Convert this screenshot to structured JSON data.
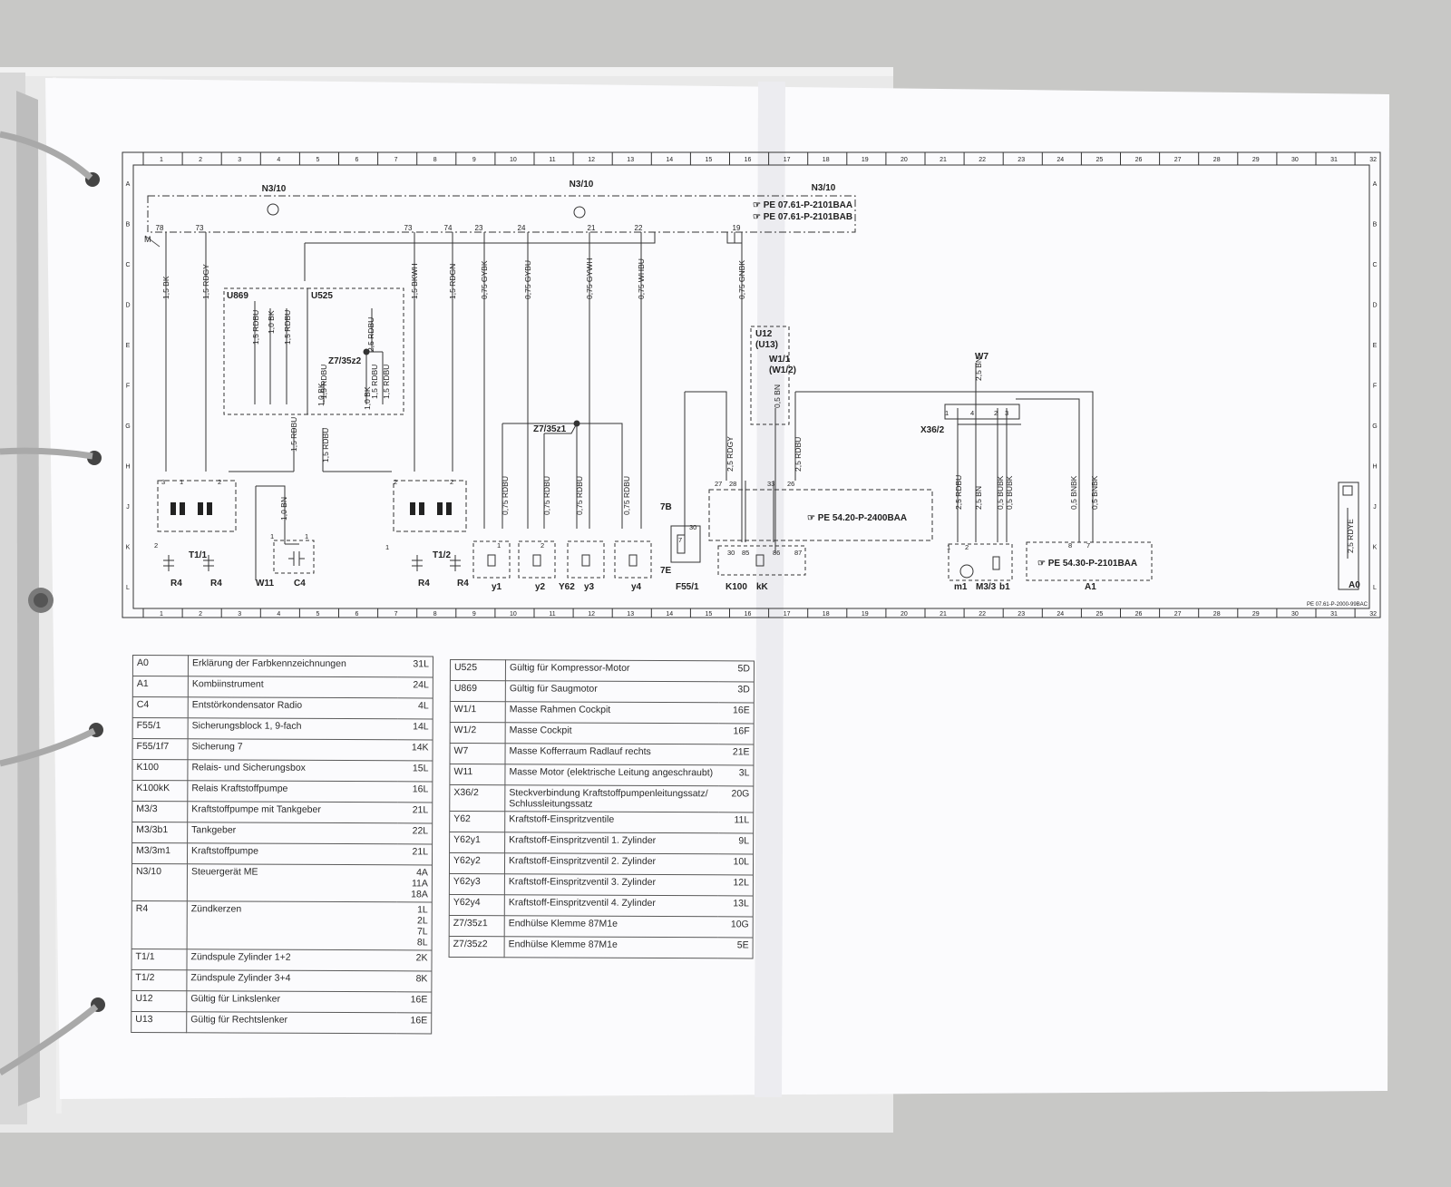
{
  "diagram": {
    "grid_top": [
      "1",
      "2",
      "3",
      "4",
      "5",
      "6",
      "7",
      "8",
      "9",
      "10",
      "11",
      "12",
      "13",
      "14",
      "15",
      "16",
      "17",
      "18",
      "19",
      "20",
      "21",
      "22",
      "23",
      "24",
      "25",
      "26",
      "27",
      "28",
      "29",
      "30",
      "31",
      "32"
    ],
    "grid_rows": [
      "A",
      "B",
      "C",
      "D",
      "E",
      "F",
      "G",
      "H",
      "J",
      "K",
      "L"
    ],
    "ecu_labels": [
      "N3/10",
      "N3/10",
      "N3/10"
    ],
    "refs_top": [
      "PE 07.61-P-2101BAA",
      "PE 07.61-P-2101BAB"
    ],
    "ref_mid": "PE 54.20-P-2400BAA",
    "ref_a1": "PE 54.30-P-2101BAA",
    "pins_top": [
      "78",
      "73",
      "73",
      "74",
      "23",
      "24",
      "21",
      "22",
      "19"
    ],
    "ground_label_m": "M",
    "wires_vertical": [
      "1,5 BK",
      "1,5 RDGY",
      "1,5 BKWH",
      "1,5 RDGN",
      "0,75 GYBK",
      "0,75 GYBU",
      "0,75 GYWH",
      "0,75 WHBU",
      "0,75 GNBK",
      "2,5 RDGY",
      "2,5 RDBU",
      "0,5 BN",
      "2,5 BN",
      "2,5 RDBU",
      "2,5 BN",
      "0,5 BUBK",
      "0,5 BNBK",
      "0,5 BNBK",
      "0,5 BUBK",
      "0,75 RDBU",
      "0,75 RDBU",
      "0,75 RDBU",
      "0,75 RDBU",
      "1,0 BN",
      "1,5 RDBU",
      "1,0 BK",
      "1,5 RDBU",
      "1,5 RDBU",
      "1,5 RDBU",
      "1,0 BK",
      "1,5 RDBU",
      "2,5 RDBU",
      "1,5 RDBU",
      "1,0 BK",
      "1,5 RDBU",
      "2,5 RDYE"
    ],
    "blocks": [
      "U869",
      "U525",
      "Z7/35z2",
      "Z7/35z1",
      "U12",
      "(U13)",
      "W1/1",
      "(W1/2)",
      "W7",
      "X36/2"
    ],
    "components": [
      "R4",
      "T1/1",
      "R4",
      "W11",
      "C4",
      "R4",
      "T1/2",
      "R4",
      "y1",
      "y2",
      "Y62",
      "y3",
      "y4",
      "F55/1",
      "7E",
      "7B",
      "K100",
      "kK",
      "m1",
      "M3/3",
      "b1",
      "A1",
      "A0"
    ],
    "pin_numbers": [
      "3",
      "1",
      "2",
      "2",
      "1",
      "1",
      "2",
      "2",
      "1",
      "1",
      "2",
      "27",
      "28",
      "33",
      "26",
      "30",
      "85",
      "86",
      "87",
      "1",
      "4",
      "2",
      "3",
      "8",
      "7",
      "1",
      "2",
      "30",
      "7"
    ],
    "footer_code": "PE 07.61-P-2000-99BAC"
  },
  "legend_left": [
    {
      "code": "A0",
      "desc": "Erklärung der Farbkennzeichnungen",
      "ref": "31L"
    },
    {
      "code": "A1",
      "desc": "Kombiinstrument",
      "ref": "24L"
    },
    {
      "code": "C4",
      "desc": "Entstörkondensator Radio",
      "ref": "4L"
    },
    {
      "code": "F55/1",
      "desc": "Sicherungsblock 1, 9-fach",
      "ref": "14L"
    },
    {
      "code": "F55/1f7",
      "desc": "Sicherung 7",
      "ref": "14K"
    },
    {
      "code": "K100",
      "desc": "Relais- und Sicherungsbox",
      "ref": "15L"
    },
    {
      "code": "K100kK",
      "desc": "Relais Kraftstoffpumpe",
      "ref": "16L"
    },
    {
      "code": "M3/3",
      "desc": "Kraftstoffpumpe mit Tankgeber",
      "ref": "21L"
    },
    {
      "code": "M3/3b1",
      "desc": "Tankgeber",
      "ref": "22L"
    },
    {
      "code": "M3/3m1",
      "desc": "Kraftstoffpumpe",
      "ref": "21L"
    },
    {
      "code": "N3/10",
      "desc": "Steuergerät ME",
      "ref": "4A\n11A\n18A"
    },
    {
      "code": "R4",
      "desc": "Zündkerzen",
      "ref": "1L\n2L\n7L\n8L"
    },
    {
      "code": "T1/1",
      "desc": "Zündspule Zylinder 1+2",
      "ref": "2K"
    },
    {
      "code": "T1/2",
      "desc": "Zündspule Zylinder 3+4",
      "ref": "8K"
    },
    {
      "code": "U12",
      "desc": "Gültig für Linkslenker",
      "ref": "16E"
    },
    {
      "code": "U13",
      "desc": "Gültig für Rechtslenker",
      "ref": "16E"
    }
  ],
  "legend_right": [
    {
      "code": "U525",
      "desc": "Gültig für Kompressor-Motor",
      "ref": "5D"
    },
    {
      "code": "U869",
      "desc": "Gültig für Saugmotor",
      "ref": "3D"
    },
    {
      "code": "W1/1",
      "desc": "Masse Rahmen Cockpit",
      "ref": "16E"
    },
    {
      "code": "W1/2",
      "desc": "Masse Cockpit",
      "ref": "16F"
    },
    {
      "code": "W7",
      "desc": "Masse Kofferraum Radlauf rechts",
      "ref": "21E"
    },
    {
      "code": "W11",
      "desc": "Masse Motor (elektrische Leitung angeschraubt)",
      "ref": "3L"
    },
    {
      "code": "X36/2",
      "desc": "Steckverbindung Kraftstoffpumpenleitungssatz/\nSchlussleitungssatz",
      "ref": "20G"
    },
    {
      "code": "Y62",
      "desc": "Kraftstoff-Einspritzventile",
      "ref": "11L"
    },
    {
      "code": "Y62y1",
      "desc": "Kraftstoff-Einspritzventil 1. Zylinder",
      "ref": "9L"
    },
    {
      "code": "Y62y2",
      "desc": "Kraftstoff-Einspritzventil 2. Zylinder",
      "ref": "10L"
    },
    {
      "code": "Y62y3",
      "desc": "Kraftstoff-Einspritzventil 3. Zylinder",
      "ref": "12L"
    },
    {
      "code": "Y62y4",
      "desc": "Kraftstoff-Einspritzventil 4. Zylinder",
      "ref": "13L"
    },
    {
      "code": "Z7/35z1",
      "desc": "Endhülse Klemme 87M1e",
      "ref": "10G"
    },
    {
      "code": "Z7/35z2",
      "desc": "Endhülse Klemme 87M1e",
      "ref": "5E"
    }
  ]
}
